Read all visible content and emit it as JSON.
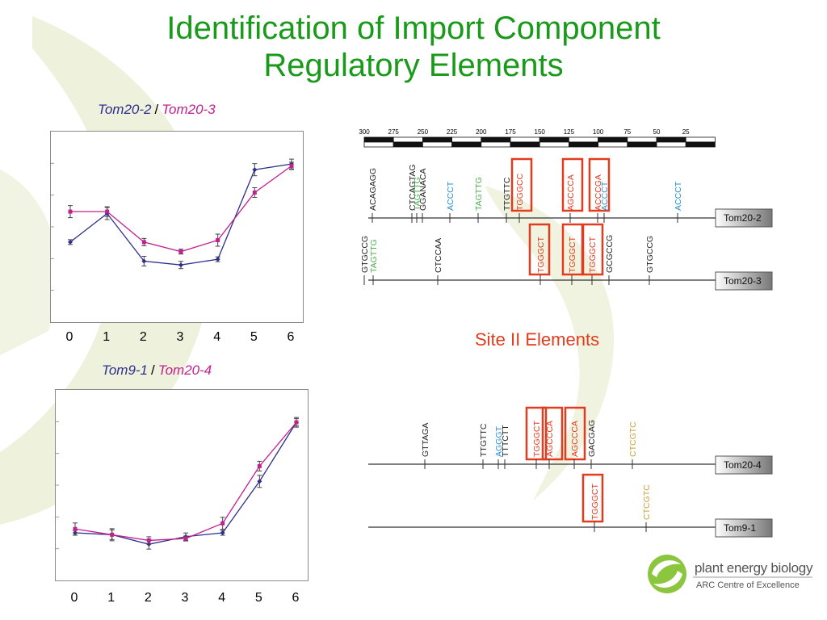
{
  "title": {
    "line1": "Identification of Import Component",
    "line2": "Regulatory Elements"
  },
  "colors": {
    "title": "#1a9a1a",
    "series_a": "#2e2e8c",
    "series_b": "#c1208f",
    "site2": "#e23b1e",
    "box": "#e23b1e",
    "black_motif": "#222222",
    "green_motif": "#4caf50",
    "blue_motif": "#2b8fd6",
    "gold_motif": "#c9a23a"
  },
  "chart_data": [
    {
      "type": "line",
      "title_a": "Tom20-2",
      "title_sep": "/",
      "title_b": "Tom20-3",
      "x": [
        0,
        1,
        2,
        3,
        4,
        5,
        6
      ],
      "tick_labels": [
        "0",
        "1",
        "2",
        "3",
        "4",
        "5",
        "6"
      ],
      "ylim": [
        0,
        100
      ],
      "series": [
        {
          "name": "Tom20-2",
          "values": [
            42,
            57,
            32,
            30,
            33,
            80,
            83
          ]
        },
        {
          "name": "Tom20-3",
          "values": [
            58,
            58,
            42,
            37,
            43,
            68,
            82
          ]
        }
      ]
    },
    {
      "type": "line",
      "title_a": "Tom9-1",
      "title_sep": "/",
      "title_b": "Tom20-4",
      "x": [
        0,
        1,
        2,
        3,
        4,
        5,
        6
      ],
      "tick_labels": [
        "0",
        "1",
        "2",
        "3",
        "4",
        "5",
        "6"
      ],
      "ylim": [
        0,
        100
      ],
      "series": [
        {
          "name": "Tom9-1",
          "values": [
            25,
            24,
            19,
            23,
            25,
            52,
            83
          ]
        },
        {
          "name": "Tom20-4",
          "values": [
            27,
            24,
            21,
            22,
            30,
            60,
            83
          ]
        }
      ]
    }
  ],
  "scale": {
    "labels": [
      "300",
      "275",
      "250",
      "225",
      "200",
      "175",
      "150",
      "125",
      "100",
      "75",
      "50",
      "25"
    ]
  },
  "site2_label": "Site II Elements",
  "promoters": [
    {
      "name": "Tom20-2",
      "motifs": [
        {
          "t": "ACAGAGG",
          "c": "black"
        },
        {
          "t": "CTCAGTAG",
          "c": "black"
        },
        {
          "t": "TAGTTG",
          "c": "green"
        },
        {
          "t": "GGANACA",
          "c": "black"
        },
        {
          "t": "ACCCT",
          "c": "blue"
        },
        {
          "t": "TAGTTG",
          "c": "green"
        },
        {
          "t": "TTGTTC",
          "c": "black"
        },
        {
          "t": "TGGGCC",
          "c": "red"
        },
        {
          "t": "AGCCCA",
          "c": "red"
        },
        {
          "t": "ACCCGA",
          "c": "red"
        },
        {
          "t": "ACCCT",
          "c": "blue"
        },
        {
          "t": "ACCCT",
          "c": "blue"
        }
      ]
    },
    {
      "name": "Tom20-3",
      "motifs": [
        {
          "t": "GTGCCG",
          "c": "black"
        },
        {
          "t": "TAGTTG",
          "c": "green"
        },
        {
          "t": "CTCCAA",
          "c": "black"
        },
        {
          "t": "TGGGCT",
          "c": "red"
        },
        {
          "t": "TGGGCT",
          "c": "red"
        },
        {
          "t": "TGGGCT",
          "c": "red"
        },
        {
          "t": "GCGCCG",
          "c": "black"
        },
        {
          "t": "GTGCCG",
          "c": "black"
        }
      ]
    },
    {
      "name": "Tom20-4",
      "motifs": [
        {
          "t": "GTTAGA",
          "c": "black"
        },
        {
          "t": "TTGTTC",
          "c": "black"
        },
        {
          "t": "AGGGT",
          "c": "blue"
        },
        {
          "t": "TTTCTT",
          "c": "black"
        },
        {
          "t": "TGGGCT",
          "c": "red"
        },
        {
          "t": "AGCCCA",
          "c": "red"
        },
        {
          "t": "AGCCCA",
          "c": "red"
        },
        {
          "t": "GACGAG",
          "c": "black"
        },
        {
          "t": "CTCGTC",
          "c": "gold"
        }
      ]
    },
    {
      "name": "Tom9-1",
      "motifs": [
        {
          "t": "TGGGCT",
          "c": "red"
        },
        {
          "t": "CTCGTC",
          "c": "gold"
        }
      ]
    }
  ],
  "logo": {
    "name": "plant energy biology",
    "subtitle": "ARC Centre of Excellence"
  }
}
